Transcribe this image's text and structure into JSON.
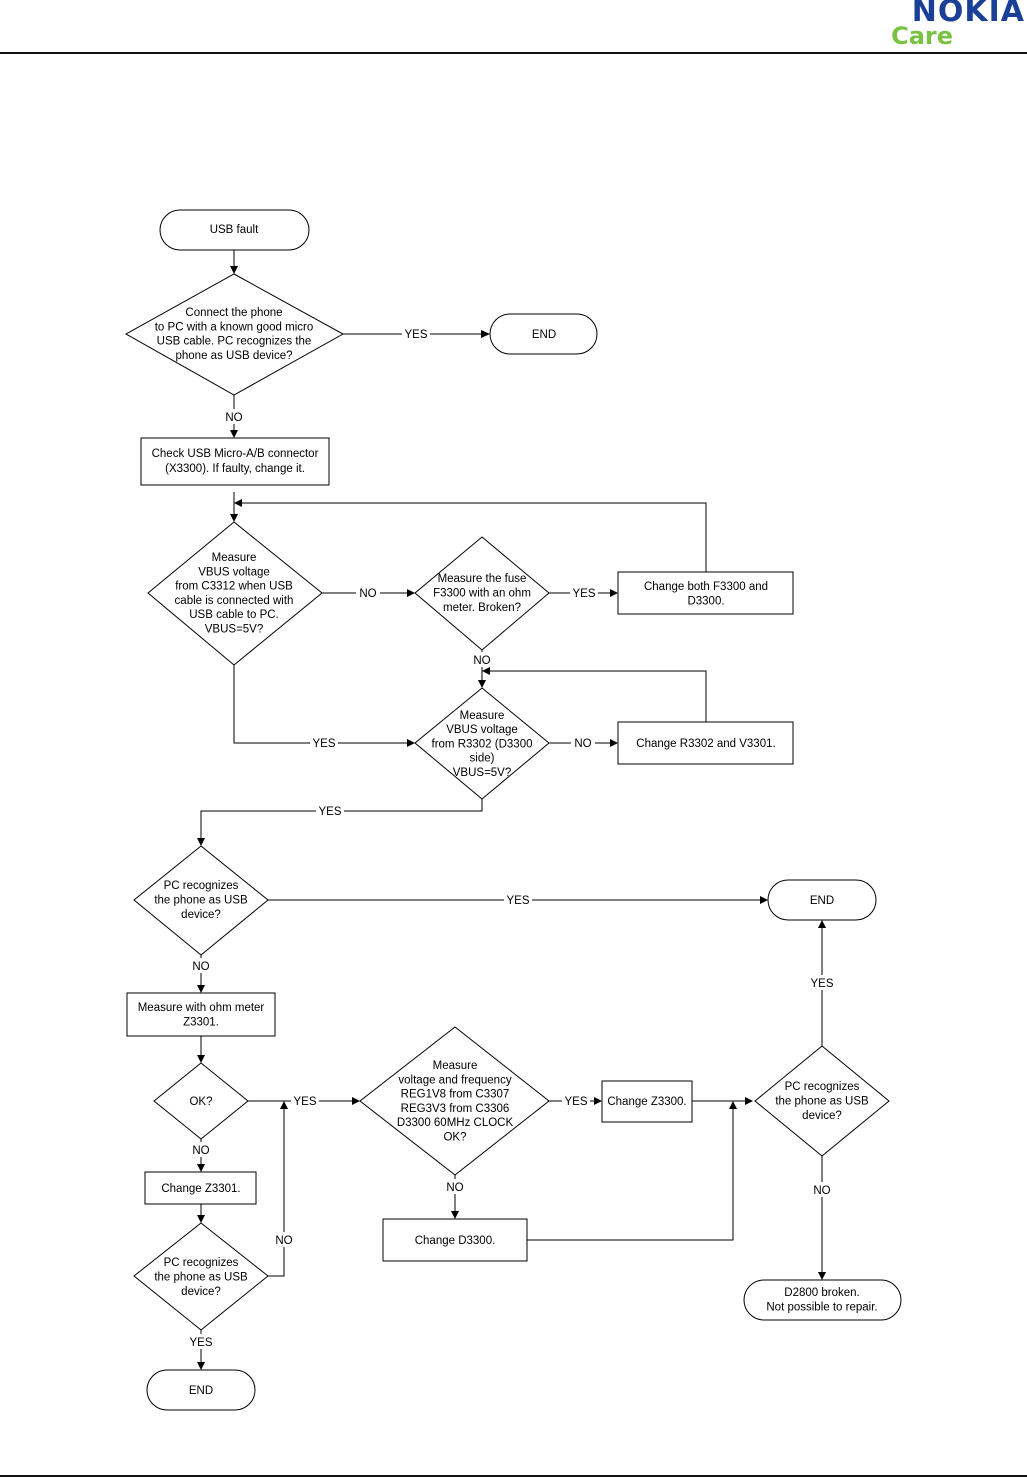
{
  "header": {
    "brand": "NOKIA",
    "brand_sub": "Care",
    "brand_color": "#1a3f96",
    "sub_color": "#7cc242"
  },
  "nodes": {
    "start": "USB fault",
    "d_connect": [
      "Connect the phone",
      "to PC with a known good micro",
      "USB cable. PC recognizes the",
      "phone as USB device?"
    ],
    "end1": "END",
    "p_check_connector": [
      "Check USB Micro-A/B connector",
      "(X3300). If faulty, change it."
    ],
    "d_vbus_c3312": [
      "Measure",
      "VBUS voltage",
      "from C3312 when USB",
      "cable is connected with",
      "USB cable to PC.",
      "VBUS=5V?"
    ],
    "d_fuse": [
      "Measure the fuse",
      "F3300 with an ohm",
      "meter. Broken?"
    ],
    "p_change_f3300": [
      "Change both F3300 and",
      "D3300."
    ],
    "d_vbus_r3302": [
      "Measure",
      "VBUS voltage",
      "from R3302 (D3300",
      "side)",
      "VBUS=5V?"
    ],
    "p_change_r3302": [
      "Change R3302 and V3301."
    ],
    "d_pc1": [
      "PC recognizes",
      "the phone as USB",
      "device?"
    ],
    "end2": "END",
    "p_measure_z3301": [
      "Measure with ohm meter",
      "Z3301."
    ],
    "d_ok": [
      "OK?"
    ],
    "p_change_z3301": [
      "Change Z3301."
    ],
    "d_pc2": [
      "PC recognizes",
      "the phone as USB",
      "device?"
    ],
    "end3": "END",
    "d_reg": [
      "Measure",
      "voltage and frequency",
      "REG1V8 from C3307",
      "REG3V3 from C3306",
      "D3300 60MHz CLOCK",
      "OK?"
    ],
    "p_change_z3300": [
      "Change Z3300."
    ],
    "p_change_d3300": [
      "Change D3300."
    ],
    "d_pc3": [
      "PC recognizes",
      "the phone as USB",
      "device?"
    ],
    "end_broken": [
      "D2800 broken.",
      "Not possible to repair."
    ]
  },
  "edge_labels": {
    "connect_yes": "YES",
    "connect_no": "NO",
    "vbus_no": "NO",
    "fuse_yes": "YES",
    "fuse_no": "NO",
    "vbus_yes": "YES",
    "r3302_no": "NO",
    "r3302_yes": "YES",
    "pc1_yes": "YES",
    "pc1_no": "NO",
    "ok_yes": "YES",
    "ok_no": "NO",
    "pc2_no": "NO",
    "pc2_yes": "YES",
    "reg_yes": "YES",
    "reg_no": "NO",
    "pc3_yes": "YES",
    "pc3_no": "NO"
  }
}
